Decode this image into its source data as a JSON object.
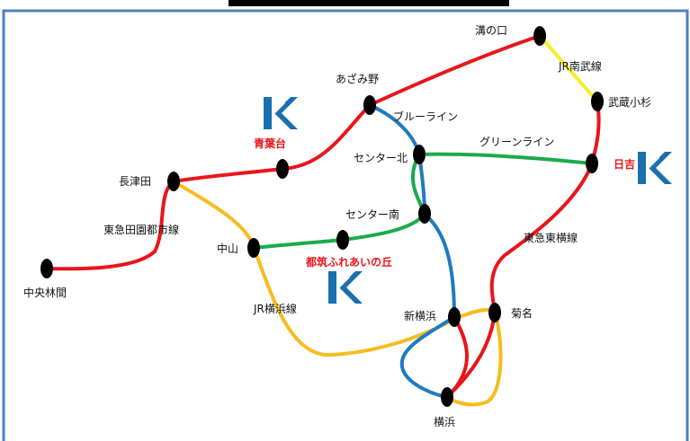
{
  "stations": {
    "mizonokuchi": "溝の口",
    "azamino": "あざみ野",
    "musashikosugi": "武蔵小杉",
    "nagatsuta": "長津田",
    "aobadai": "青葉台",
    "center_kita": "センター北",
    "center_minami": "センター南",
    "hiyoshi": "日吉",
    "nakayama": "中山",
    "tsuzuki_fureai": "都筑ふれあいの丘",
    "chuorinkan": "中央林間",
    "shin_yokohama": "新横浜",
    "kikuna": "菊名",
    "yokohama": "横浜"
  },
  "lines": {
    "jr_nambu": "JR南武線",
    "blue_line": "ブルーライン",
    "green_line": "グリーンライン",
    "denentoshi": "東急田園都市線",
    "toyoko": "東急東横線",
    "jr_yokohama": "JR横浜線"
  },
  "colors": {
    "red": "#e8161c",
    "blue": "#1f7bc1",
    "green": "#1daa4a",
    "yellow": "#f5bd1f",
    "jr_nambu_yellow": "#f5ee2b",
    "frame": "#4f81bd",
    "logo": "#1a6fb0"
  },
  "icons": {
    "logo": "campus-logo-icon"
  }
}
